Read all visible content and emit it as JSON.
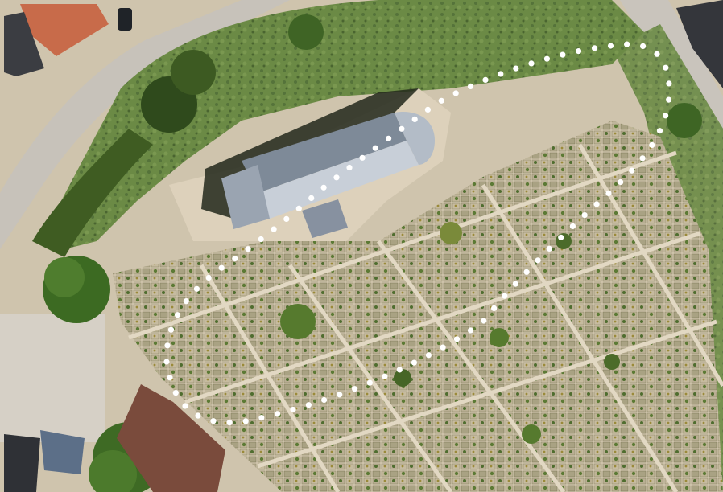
{
  "map": {
    "kind": "aerial-photo",
    "subject": "churchyard",
    "colors": {
      "vegetation": "#5f7e3c",
      "vegetation_dark": "#34501f",
      "hedge": "#4d6b2c",
      "path": "#d9ccb5",
      "road": "#c8c3bc",
      "church_roof": "#9aa4b1",
      "church_roof_light": "#c9d0d8",
      "shadow": "#23291d",
      "red_roof": "#c86b4a",
      "brown_roof": "#7a4b3c",
      "plot_fill": "#c9bea7",
      "boundary_marker": "#ffffff"
    },
    "boundary": {
      "style": "dotted-white",
      "dot_count": 82,
      "shape": "closed"
    }
  }
}
